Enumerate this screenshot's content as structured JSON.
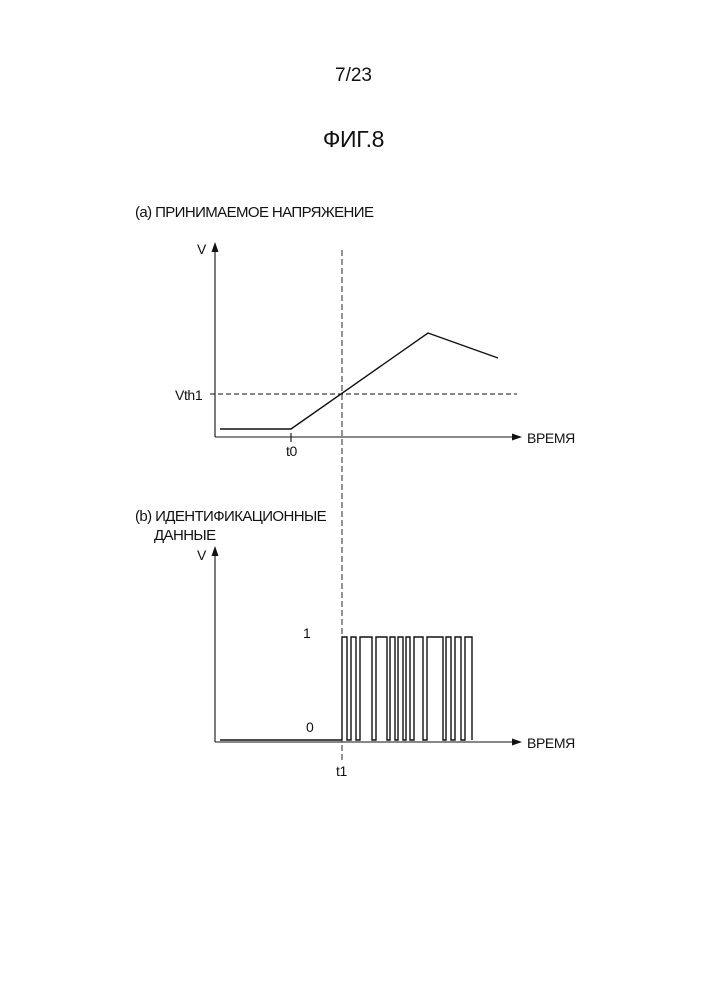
{
  "page_number": "7/23",
  "figure_title": "ФИГ.8",
  "panel_a": {
    "title": "(a) ПРИНИМАЕМОЕ НАПРЯЖЕНИЕ",
    "y_axis_label": "V",
    "x_axis_label": "ВРЕМЯ",
    "threshold_label": "Vth1",
    "time_marker_label": "t0"
  },
  "panel_b": {
    "title_line1": "(b) ИДЕНТИФИКАЦИОННЫЕ",
    "title_line2": "ДАННЫЕ",
    "y_axis_label": "V",
    "x_axis_label": "ВРЕМЯ",
    "high_level_label": "1",
    "low_level_label": "0",
    "time_marker_label": "t1"
  },
  "colors": {
    "line": "#111111",
    "background": "#ffffff"
  }
}
